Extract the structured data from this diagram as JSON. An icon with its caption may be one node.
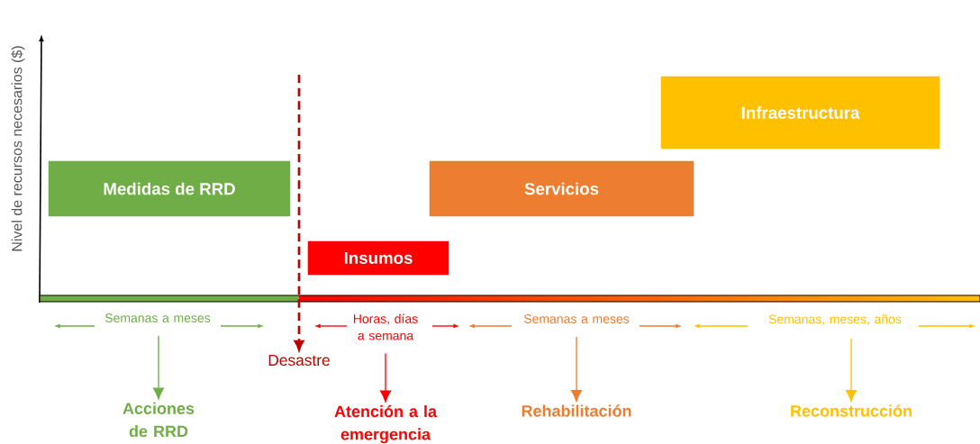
{
  "diagram": {
    "nodes": [
      {
        "text": [
          "Medidas de RRD"
        ]
      },
      {
        "text": [
          "Insumos"
        ]
      },
      {
        "text": [
          "Servicios"
        ]
      },
      {
        "text": [
          "Infraestructura"
        ]
      },
      {
        "text": [
          "Semanas a meses"
        ]
      },
      {
        "text": [
          "Horas, días a semana"
        ]
      },
      {
        "text": [
          "Semanas a meses"
        ]
      },
      {
        "text": [
          "Semanas, meses, años"
        ]
      },
      {
        "text": [
          "Acciones de RRD"
        ]
      },
      {
        "text": [
          "Atención a la emergencia"
        ]
      },
      {
        "text": [
          "Rehabilitación"
        ]
      },
      {
        "text": [
          "Reconstrucción"
        ]
      },
      {
        "text": [
          "Desastre"
        ]
      }
    ],
    "edges": [
      {
        "from": 4,
        "to": 8,
        "arrow": "to",
        "color": "#70ad47"
      },
      {
        "from": 5,
        "to": 9,
        "arrow": "to",
        "color": "#ff0000"
      },
      {
        "from": 6,
        "to": 10,
        "arrow": "to",
        "color": "#ed7d31"
      },
      {
        "from": 7,
        "to": 11,
        "arrow": "to",
        "color": "#ffc000"
      },
      {
        "from": null,
        "to": 12,
        "arrow": "to",
        "style": "dashed",
        "color": "#c00000"
      }
    ],
    "labels": [
      "Nivel de recursos necesarios ($)"
    ]
  }
}
